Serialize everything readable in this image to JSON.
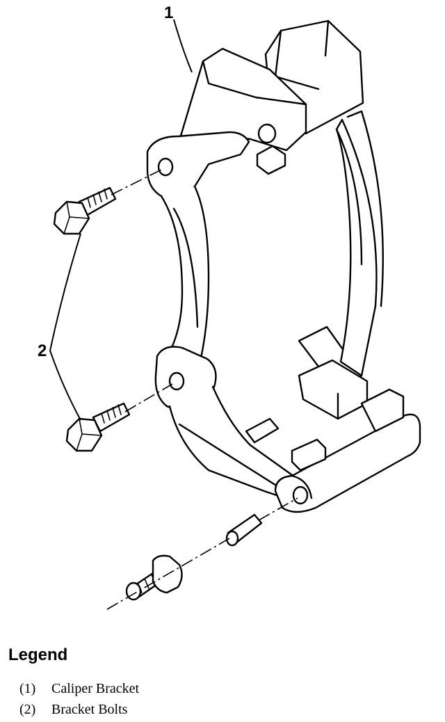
{
  "diagram": {
    "callouts": [
      {
        "id": "1",
        "text": "1"
      },
      {
        "id": "2",
        "text": "2"
      }
    ]
  },
  "legend": {
    "title": "Legend",
    "items": [
      {
        "num": "(1)",
        "label": "Caliper Bracket"
      },
      {
        "num": "(2)",
        "label": "Bracket Bolts"
      }
    ]
  }
}
